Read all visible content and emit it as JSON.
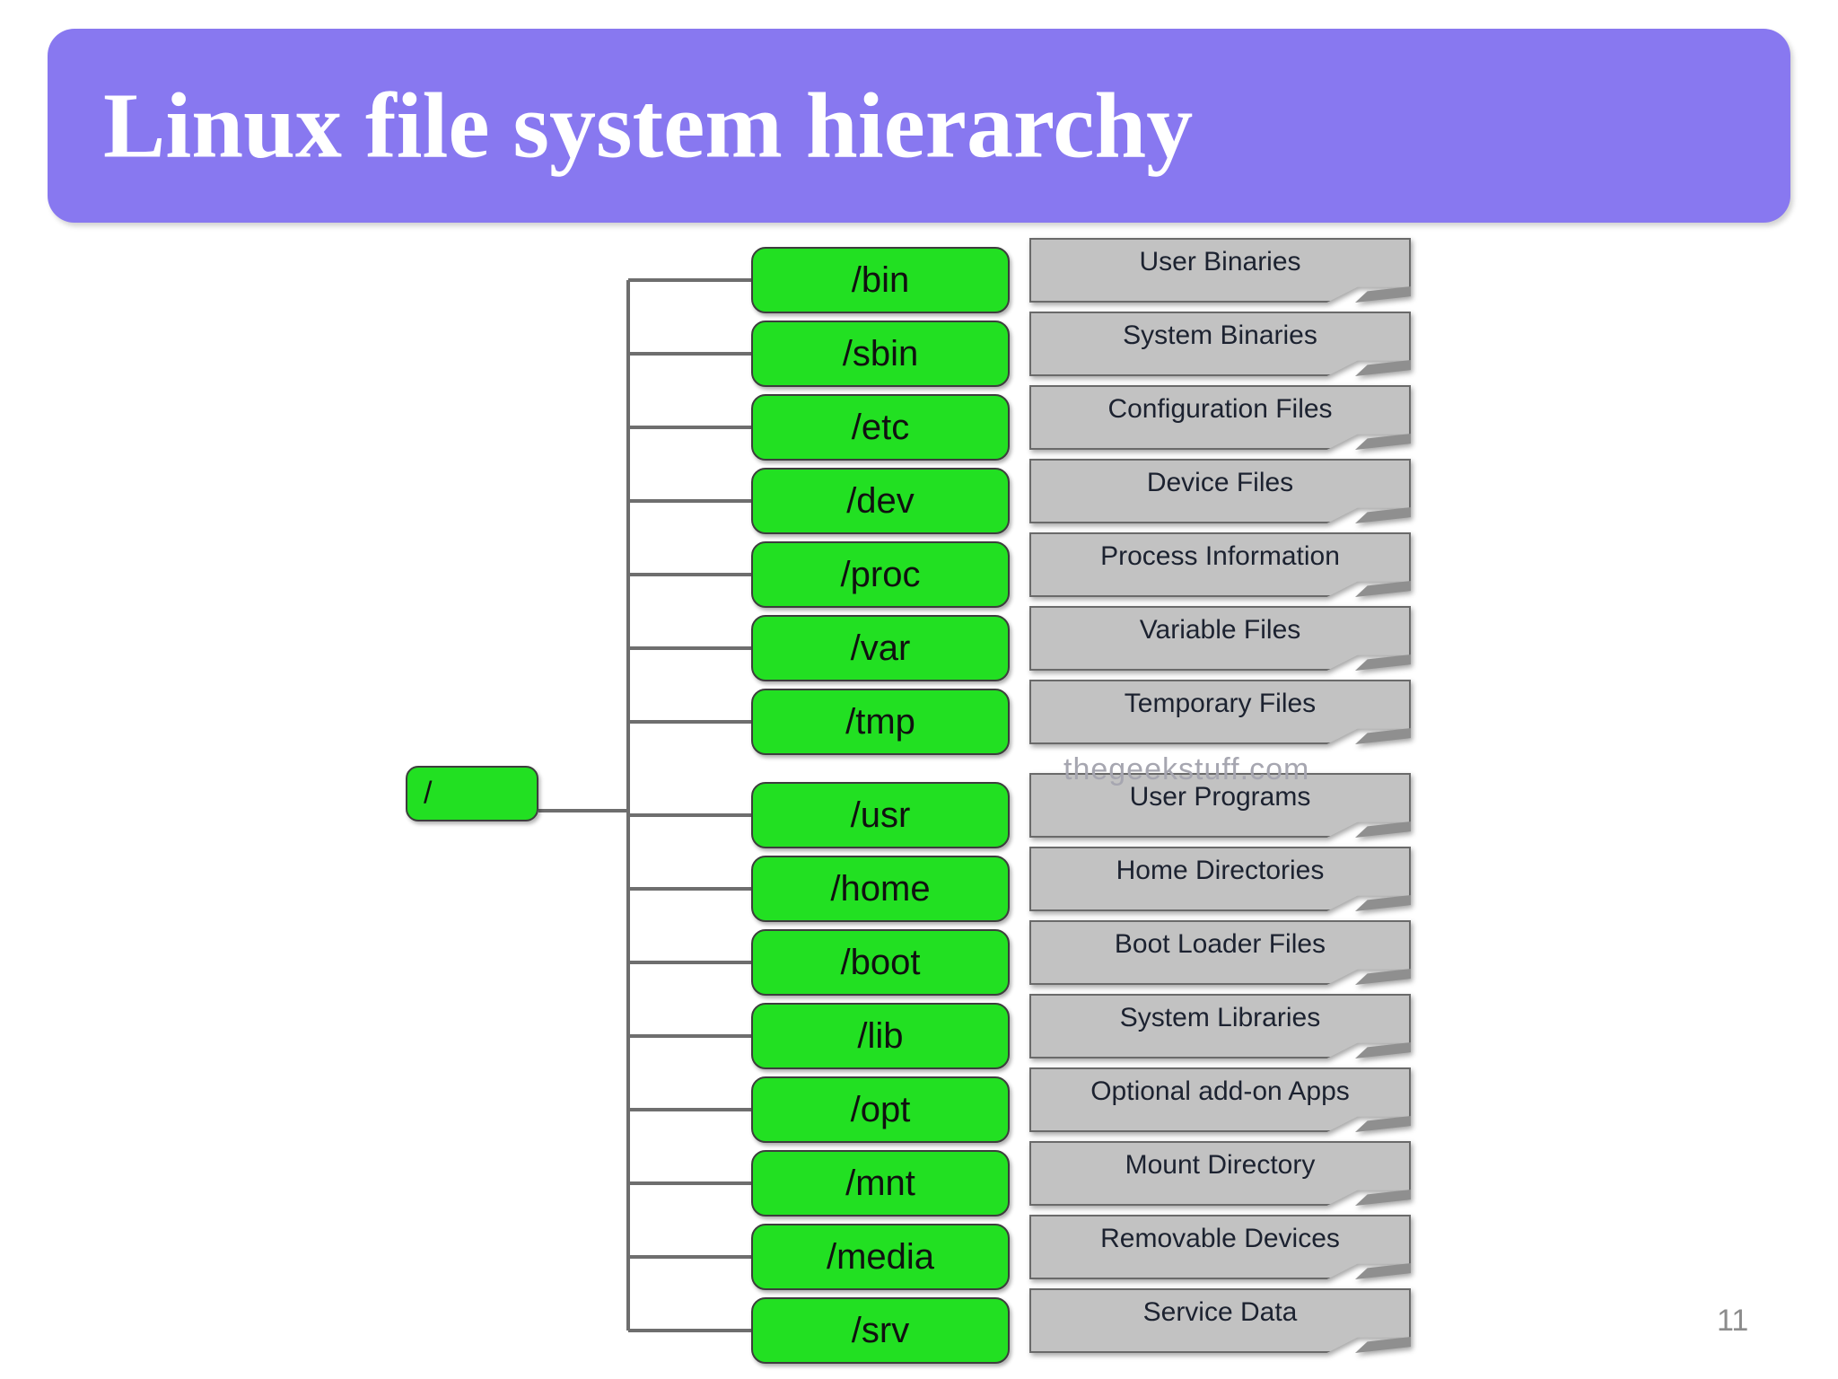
{
  "slide": {
    "title": "Linux file system hierarchy",
    "banner_color": "#8878f0",
    "title_color": "#ffffff",
    "background_color": "#ffffff",
    "page_number": "11",
    "watermark": "thegeekstuff.com"
  },
  "diagram": {
    "type": "tree",
    "root": {
      "label": "/",
      "node_color": "#22e022",
      "border_color": "#3d3d3d"
    },
    "note_color": "#c2c2c2",
    "note_border_color": "#6a6a6a",
    "connector_color": "#6e6e6e",
    "rows": [
      {
        "dir": "/bin",
        "desc": "User Binaries"
      },
      {
        "dir": "/sbin",
        "desc": "System Binaries"
      },
      {
        "dir": "/etc",
        "desc": "Configuration Files"
      },
      {
        "dir": "/dev",
        "desc": "Device Files"
      },
      {
        "dir": "/proc",
        "desc": "Process Information"
      },
      {
        "dir": "/var",
        "desc": "Variable Files"
      },
      {
        "dir": "/tmp",
        "desc": "Temporary Files"
      },
      {
        "dir": "/usr",
        "desc": "User Programs"
      },
      {
        "dir": "/home",
        "desc": "Home Directories"
      },
      {
        "dir": "/boot",
        "desc": "Boot Loader Files"
      },
      {
        "dir": "/lib",
        "desc": "System Libraries"
      },
      {
        "dir": "/opt",
        "desc": "Optional add-on Apps"
      },
      {
        "dir": "/mnt",
        "desc": "Mount Directory"
      },
      {
        "dir": "/media",
        "desc": "Removable Devices"
      },
      {
        "dir": "/srv",
        "desc": "Service Data"
      }
    ]
  }
}
